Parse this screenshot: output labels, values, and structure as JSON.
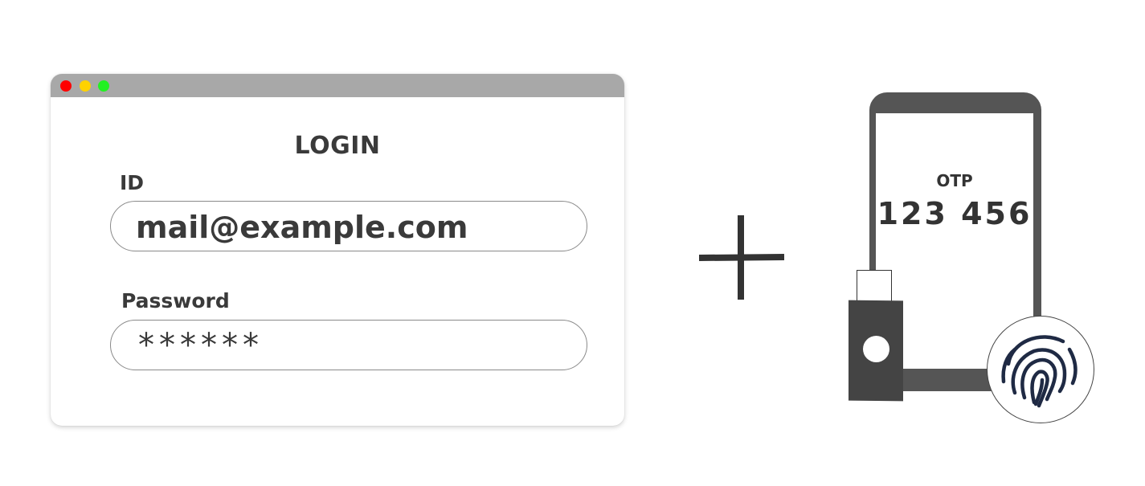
{
  "login_window": {
    "title": "LOGIN",
    "id_label": "ID",
    "id_value": "mail@example.com",
    "password_label": "Password",
    "password_value": "******",
    "traffic_lights": [
      "#ff0000",
      "#ffd200",
      "#22f122"
    ]
  },
  "plus": {
    "icon": "plus-icon"
  },
  "phone": {
    "otp_label": "OTP",
    "otp_code": "123 456"
  },
  "security_key": {
    "icon": "usb-key-icon"
  },
  "fingerprint": {
    "icon": "fingerprint-icon",
    "color": "#1f2a44"
  },
  "colors": {
    "text": "#3a3a3a",
    "titlebar": "#a8a8a8",
    "device": "#555555"
  }
}
